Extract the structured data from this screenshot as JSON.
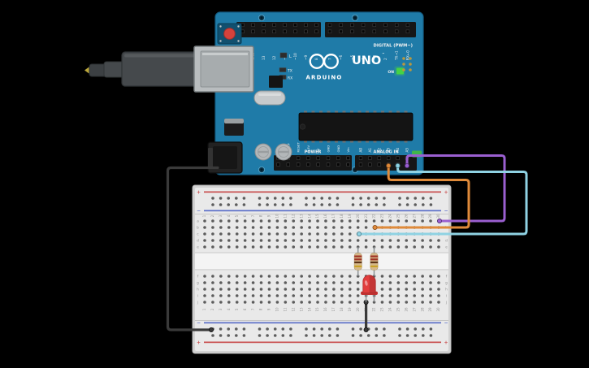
{
  "canvas_background": "#000000",
  "arduino": {
    "board_color": "#1f7ba8",
    "labels": {
      "digital_header": "DIGITAL (PWM~)",
      "brand": "ARDUINO",
      "model": "UNO",
      "trademark": "™",
      "power_header": "POWER",
      "analog_header": "ANALOG IN",
      "on_led": "ON",
      "led_l": "L",
      "led_tx": "TX",
      "led_rx": "RX"
    },
    "digital_pins_left": [
      "AREF",
      "GND",
      "13",
      "12",
      "~11",
      "~10",
      "~9",
      "8"
    ],
    "digital_pins_right": [
      "7",
      "~6",
      "~5",
      "4",
      "~3",
      "2",
      "TX→1",
      "RX←0"
    ],
    "power_pins": [
      "IOREF",
      "RESET",
      "3.3V",
      "5V",
      "GND",
      "GND",
      "Vin"
    ],
    "analog_pins": [
      "A0",
      "A1",
      "A2",
      "A3",
      "A4",
      "A5"
    ],
    "on_led_color": "#45d245",
    "indicator_color": "#3fb54b",
    "pin_label_color": "#f2f2f2"
  },
  "breadboard": {
    "column_numbers": [
      "1",
      "2",
      "3",
      "4",
      "5",
      "6",
      "7",
      "8",
      "9",
      "10",
      "11",
      "12",
      "13",
      "14",
      "15",
      "16",
      "17",
      "18",
      "19",
      "20",
      "21",
      "22",
      "23",
      "24",
      "25",
      "26",
      "27",
      "28",
      "29",
      "30"
    ],
    "row_letters_top": [
      "a",
      "b",
      "c",
      "d",
      "e"
    ],
    "row_letters_bottom": [
      "f",
      "g",
      "h",
      "i",
      "j"
    ],
    "plus": "+",
    "minus": "−",
    "positive_color": "#c94f4f",
    "negative_color": "#5b6ec9",
    "label_color": "#8f8f8f"
  },
  "wires": {
    "ground_color": "#3a3a3a",
    "purple_color": "#9a5fd0",
    "orange_color": "#df8a3a",
    "cyan_color": "#8fd2e3"
  },
  "components": {
    "resistor_body_color": "#d6b98a",
    "resistor_band_colors": [
      "#a03326",
      "#a03326",
      "#5d3317",
      "#c9a227"
    ],
    "led_color": "#e23d3d",
    "led_dark_color": "#c03030",
    "usb_tip_color": "#bba73b"
  }
}
